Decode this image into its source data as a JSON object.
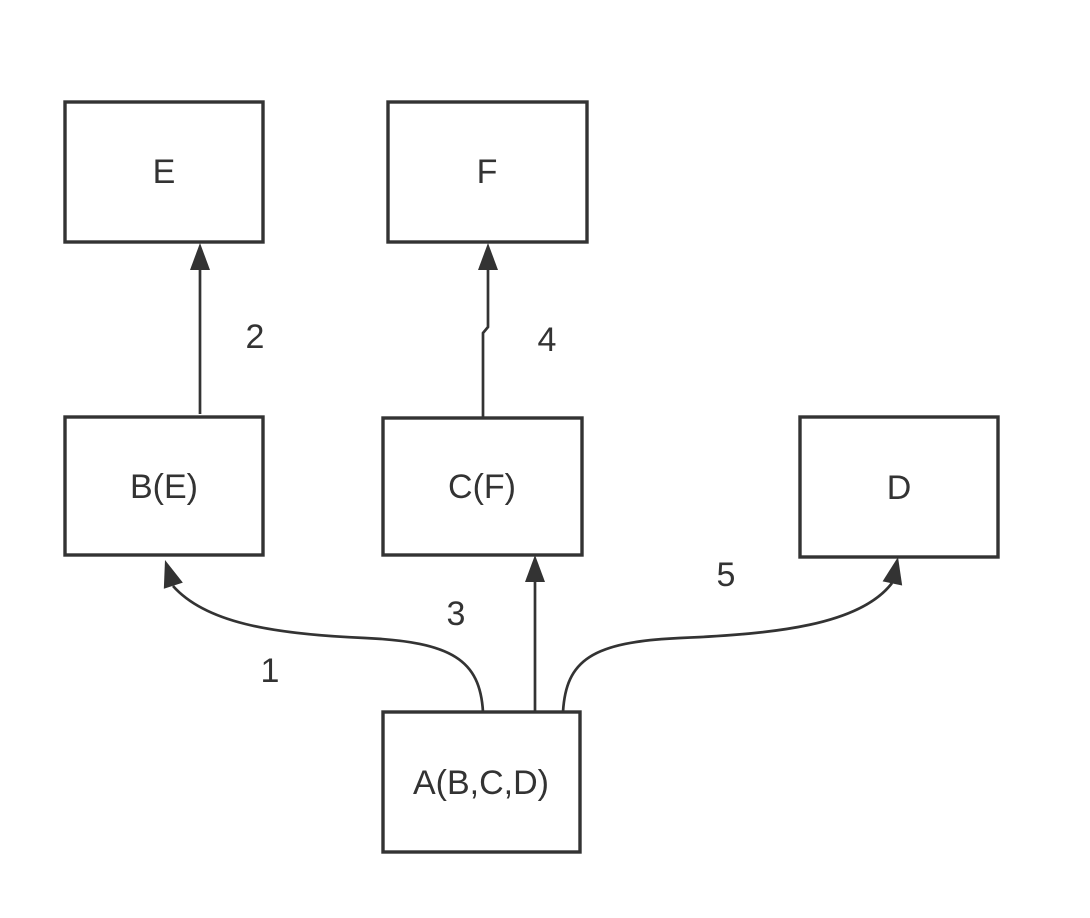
{
  "diagram": {
    "background": "#ffffff",
    "stroke_color": "#333333",
    "text_color": "#333333",
    "node_fill": "#ffffff",
    "nodes": [
      {
        "id": "E",
        "label": "E"
      },
      {
        "id": "F",
        "label": "F"
      },
      {
        "id": "B",
        "label": "B(E)"
      },
      {
        "id": "C",
        "label": "C(F)"
      },
      {
        "id": "D",
        "label": "D"
      },
      {
        "id": "A",
        "label": "A(B,C,D)"
      }
    ],
    "edges": [
      {
        "label": "1",
        "from": "A(B,C,D)",
        "to": "B(E)",
        "style": "curved"
      },
      {
        "label": "2",
        "from": "B(E)",
        "to": "E",
        "style": "straight"
      },
      {
        "label": "3",
        "from": "A(B,C,D)",
        "to": "C(F)",
        "style": "straight"
      },
      {
        "label": "4",
        "from": "C(F)",
        "to": "F",
        "style": "jogged"
      },
      {
        "label": "5",
        "from": "A(B,C,D)",
        "to": "D",
        "style": "curved"
      }
    ]
  }
}
